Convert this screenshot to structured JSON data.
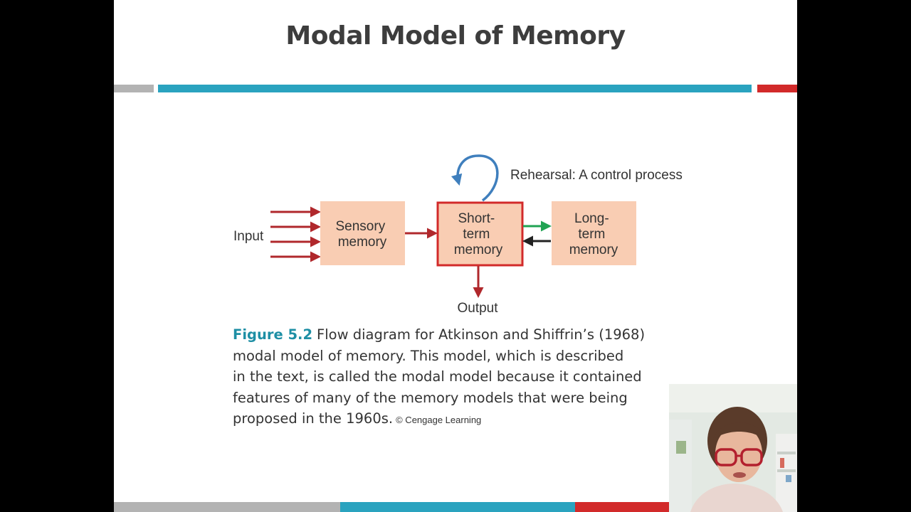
{
  "slide": {
    "title": "Modal Model of Memory"
  },
  "colors": {
    "title": "#3d3d3d",
    "accent_gray": "#b3b3b3",
    "accent_teal": "#2aa3bf",
    "accent_red": "#d22a2a",
    "box_fill": "#f9cdb3",
    "arrow_red": "#b0282c",
    "arrow_green": "#21a353",
    "arrow_blue": "#3f7fbd",
    "caption_fig": "#1e8fa5"
  },
  "diagram": {
    "input_label": "Input",
    "output_label": "Output",
    "rehearsal_label": "Rehearsal: A control process",
    "sensory": [
      "Sensory",
      "memory"
    ],
    "short_term": [
      "Short-",
      "term",
      "memory"
    ],
    "long_term": [
      "Long-",
      "term",
      "memory"
    ]
  },
  "caption": {
    "figure_label": "Figure 5.2",
    "line1": "Flow diagram for Atkinson and Shiffrin’s (1968)",
    "line2": "modal model of memory. This model, which is described",
    "line3": "in the text, is called the modal model because it contained",
    "line4": "features of many of the memory models that were being",
    "line5": "proposed in the 1960s.",
    "credit": "© Cengage Learning"
  }
}
